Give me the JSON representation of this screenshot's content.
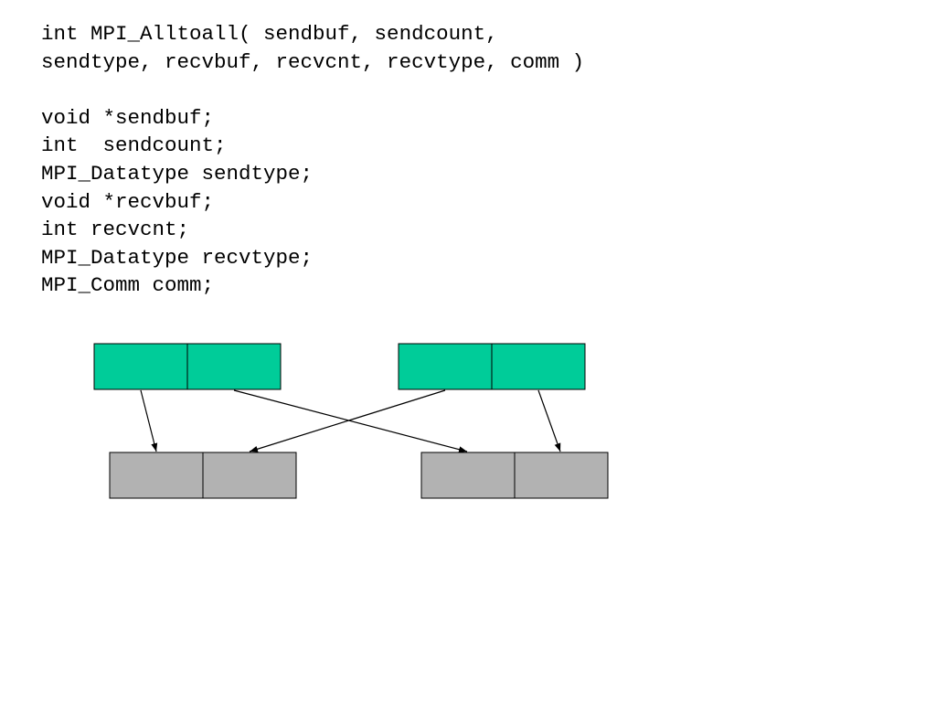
{
  "code": {
    "lines": [
      "int MPI_Alltoall( sendbuf, sendcount,",
      "sendtype, recvbuf, recvcnt, recvtype, comm )",
      "",
      "void *sendbuf;",
      "int  sendcount;",
      "MPI_Datatype sendtype;",
      "void *recvbuf;",
      "int recvcnt;",
      "MPI_Datatype recvtype;",
      "MPI_Comm comm;"
    ]
  },
  "diagram": {
    "colors": {
      "send_fill": "#00cc99",
      "recv_fill": "#b2b2b2",
      "stroke": "#000000"
    },
    "send_buffers": [
      {
        "name": "send-buffer-0",
        "cells": 2
      },
      {
        "name": "send-buffer-1",
        "cells": 2
      }
    ],
    "recv_buffers": [
      {
        "name": "recv-buffer-0",
        "cells": 2
      },
      {
        "name": "recv-buffer-1",
        "cells": 2
      }
    ],
    "arrows": [
      {
        "from_buffer": 0,
        "from_cell": 0,
        "to_buffer": 0,
        "to_cell": 0
      },
      {
        "from_buffer": 0,
        "from_cell": 1,
        "to_buffer": 1,
        "to_cell": 0
      },
      {
        "from_buffer": 1,
        "from_cell": 0,
        "to_buffer": 0,
        "to_cell": 1
      },
      {
        "from_buffer": 1,
        "from_cell": 1,
        "to_buffer": 1,
        "to_cell": 1
      }
    ]
  }
}
